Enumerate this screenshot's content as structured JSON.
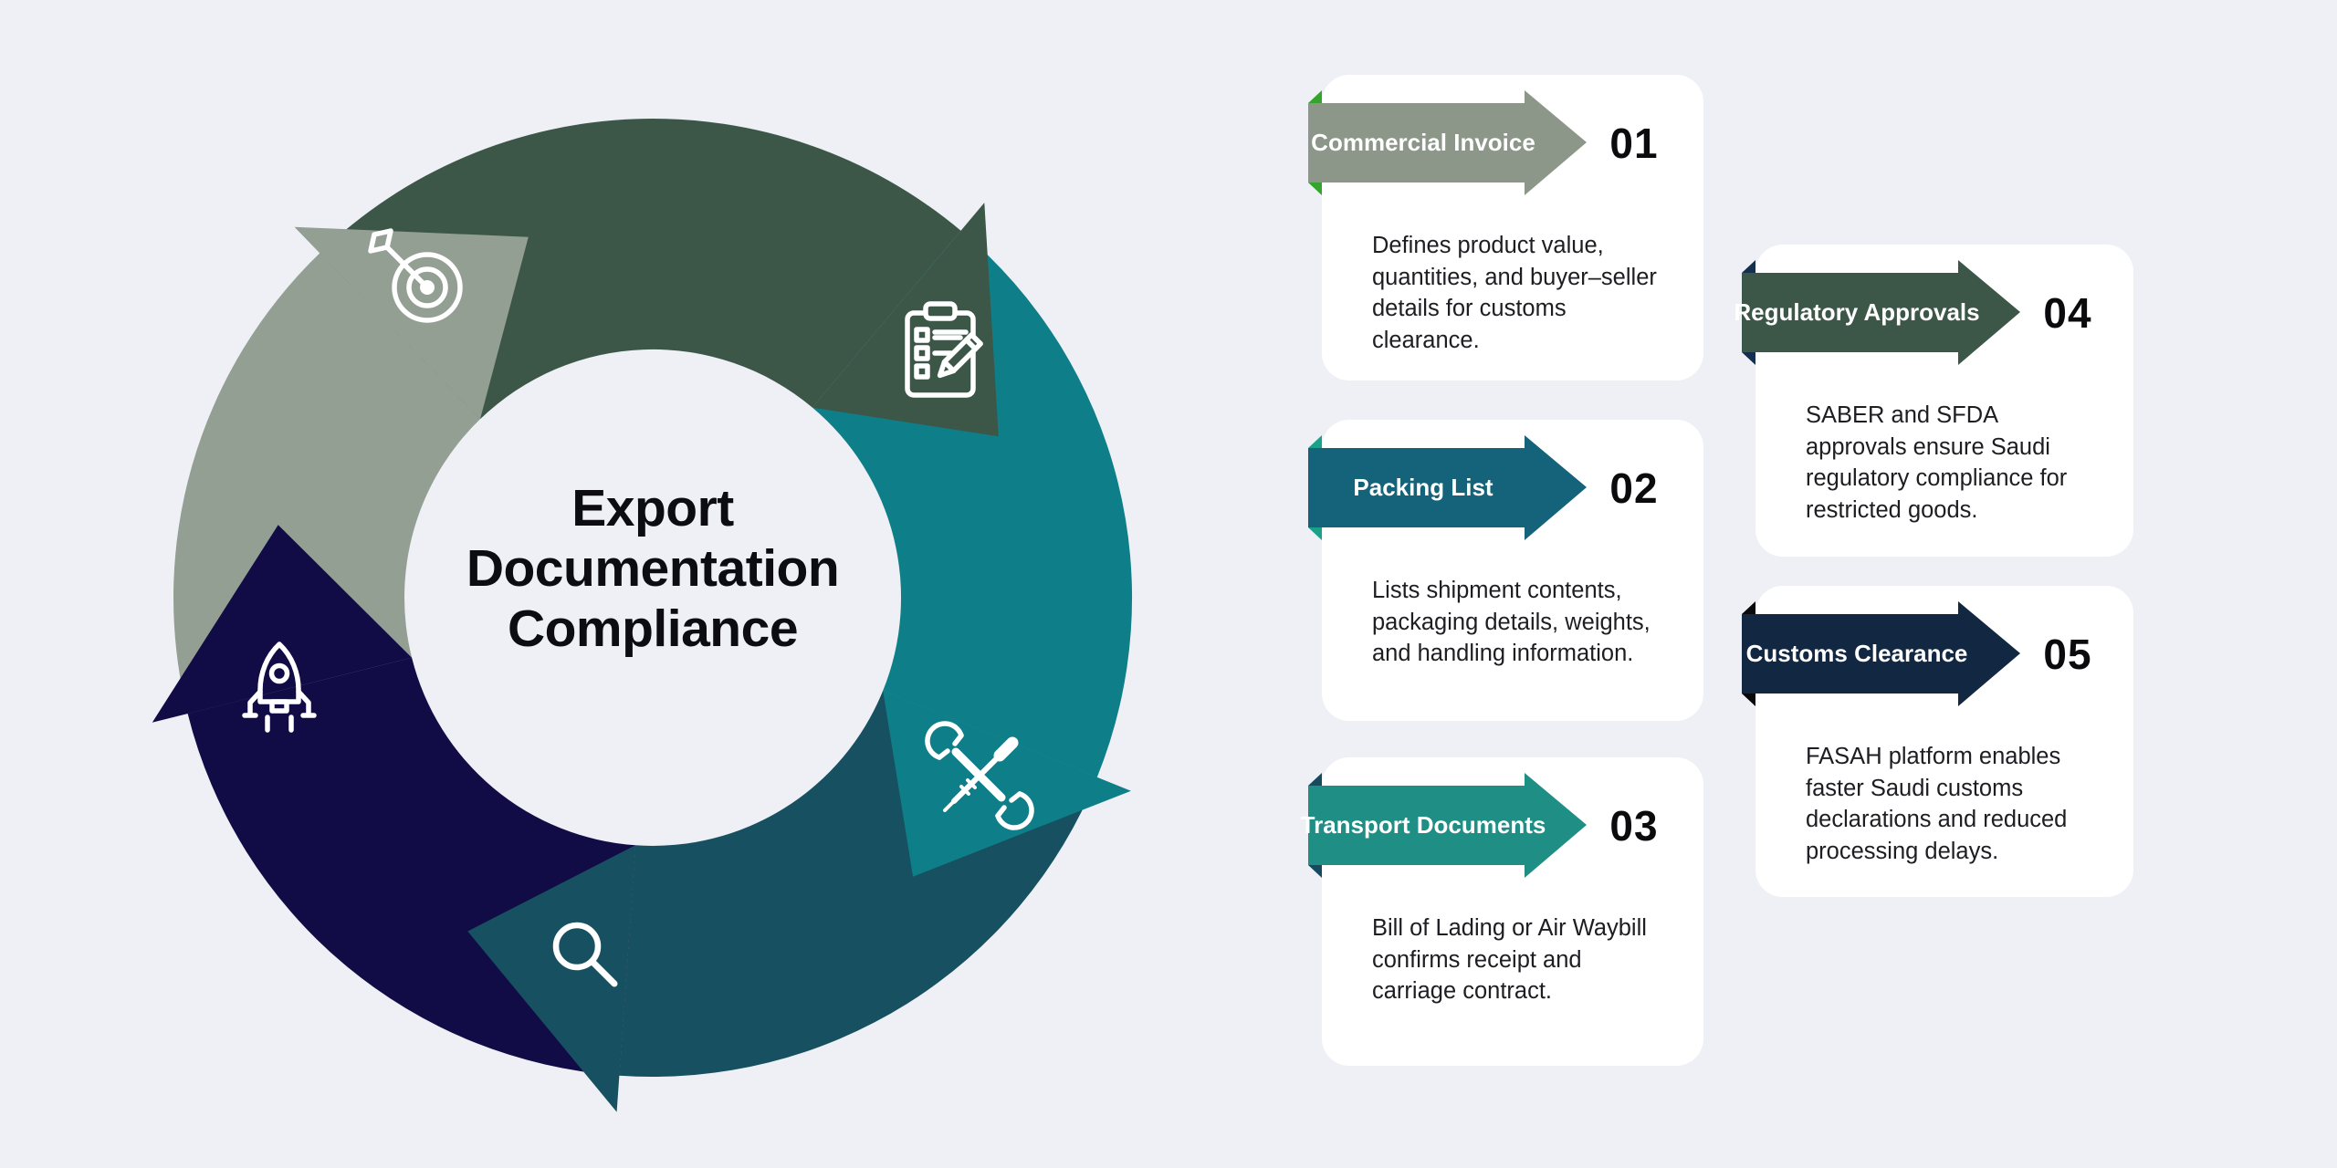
{
  "background_color": "#EEF0F5",
  "center": {
    "title": "Export\nDocumentation\nCompliance"
  },
  "cycle": {
    "direction": "clockwise",
    "segments": [
      {
        "label": "step-1",
        "icon": "target-arrow-icon",
        "color": "#939F92"
      },
      {
        "label": "step-2",
        "icon": "clipboard-checklist-icon",
        "color": "#3C5748"
      },
      {
        "label": "step-3",
        "icon": "crossed-tools-icon",
        "color": "#0E7E88"
      },
      {
        "label": "step-4",
        "icon": "magnifier-icon",
        "color": "#175060"
      },
      {
        "label": "step-5",
        "icon": "rocket-icon",
        "color": "#110C45"
      }
    ]
  },
  "steps": [
    {
      "number": "01",
      "title": "Commercial Invoice",
      "description": "Defines product value,\nquantities, and buyer–seller\ndetails for customs\nclearance.",
      "banner_color": "#8C9689",
      "fold_color": "#35A42D"
    },
    {
      "number": "02",
      "title": "Packing List",
      "description": "Lists shipment contents,\npackaging details, weights,\nand handling information.",
      "banner_color": "#14637A",
      "fold_color": "#1BA189"
    },
    {
      "number": "03",
      "title": "Transport Documents",
      "description": "Bill of Lading or Air Waybill\nconfirms receipt and\ncarriage contract.",
      "banner_color": "#1F8E85",
      "fold_color": "#174A5F"
    },
    {
      "number": "04",
      "title": "Regulatory Approvals",
      "description": "SABER and SFDA\napprovals ensure Saudi\nregulatory compliance for\nrestricted goods.",
      "banner_color": "#3C5748",
      "fold_color": "#14304E"
    },
    {
      "number": "05",
      "title": "Customs Clearance",
      "description": "FASAH platform enables\nfaster Saudi customs\ndeclarations and reduced\nprocessing delays.",
      "banner_color": "#112742",
      "fold_color": "#0A0A0C"
    }
  ]
}
